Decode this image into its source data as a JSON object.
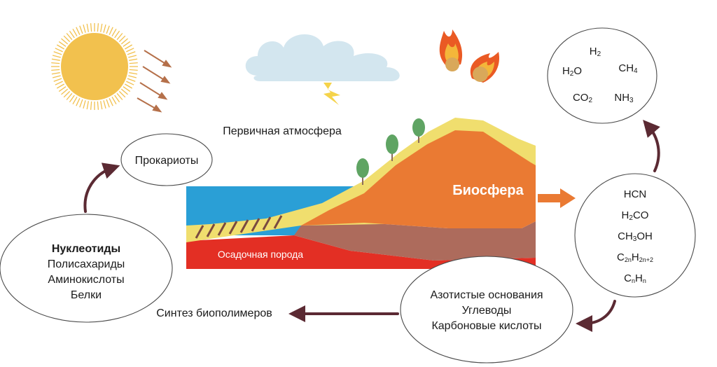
{
  "labels": {
    "primary_atmosphere": "Первичная атмосфера",
    "biosphere": "Биосфера",
    "sedimentary_rock": "Осадочная порода",
    "prokaryotes": "Прокариоты",
    "biopolymer_synthesis": "Синтез биополимеров"
  },
  "gases": {
    "h2": "H",
    "h2_sub": "2",
    "h2o_a": "H",
    "h2o_sub": "2",
    "h2o_b": "O",
    "ch4_a": "CH",
    "ch4_sub": "4",
    "co2_a": "CO",
    "co2_sub": "2",
    "nh3_a": "NH",
    "nh3_sub": "3"
  },
  "compounds": {
    "hcn": "HCN",
    "h2co_a": "H",
    "h2co_sub": "2",
    "h2co_b": "CO",
    "ch3oh_a": "CH",
    "ch3oh_sub": "3",
    "ch3oh_b": "OH",
    "alkane_a": "C",
    "alkane_sub1": "2n",
    "alkane_b": "H",
    "alkane_sub2": "2n+2",
    "cnhn_a": "C",
    "cnhn_sub1": "n",
    "cnhn_b": "H",
    "cnhn_sub2": "n"
  },
  "monomers": [
    "Азотистые основания",
    "Углеводы",
    "Карбоновые кислоты"
  ],
  "polymers": {
    "bold": "Нуклеотиды",
    "items": [
      "Полисахариды",
      "Аминокислоты",
      "Белки"
    ]
  },
  "colors": {
    "sun": "#f2c14e",
    "cloud": "#d3e6ef",
    "lightning": "#f5d34a",
    "ocean": "#2a9fd6",
    "land_orange": "#ea7a33",
    "land_yellow": "#f0de6e",
    "sediment_brown": "#ad6b5c",
    "sediment_red": "#e32f24",
    "tree": "#5fa463",
    "arrow": "#5b2a33",
    "biosphere_arrow": "#ea7a33"
  }
}
